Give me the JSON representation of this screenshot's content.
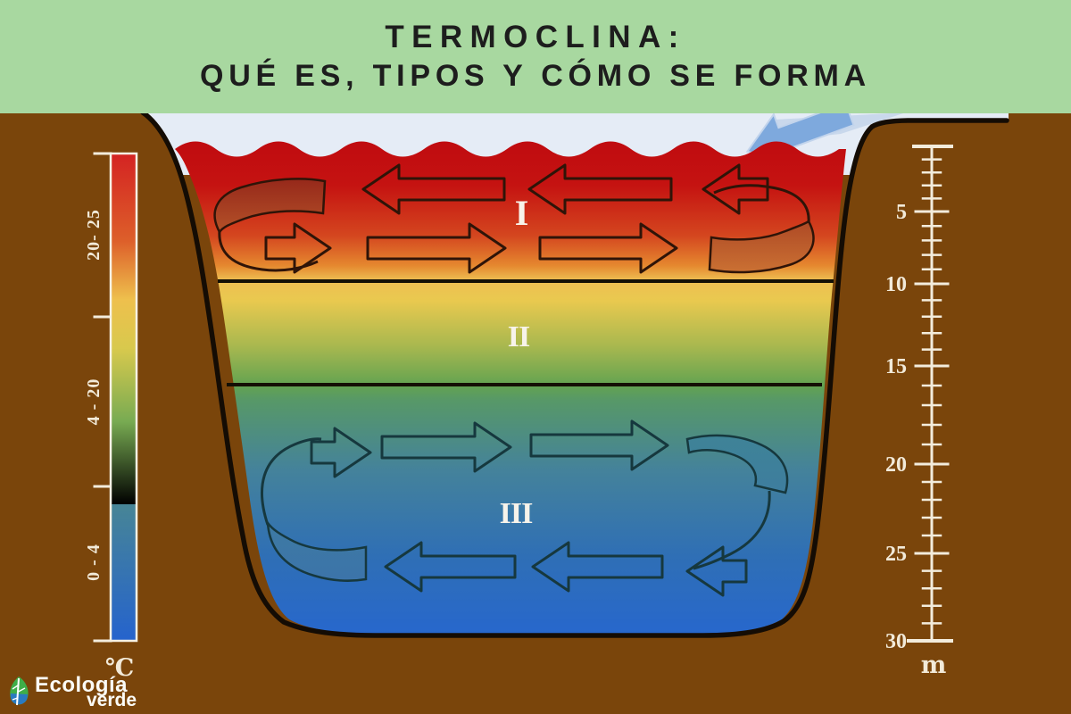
{
  "header": {
    "line1": "TERMOCLINA:",
    "line2": "QUÉ ES, TIPOS Y CÓMO SE FORMA"
  },
  "diagram": {
    "zone_labels": [
      "I",
      "II",
      "III"
    ],
    "temperature_scale": {
      "unit": "℃",
      "ranges": [
        "20- 25",
        "4 - 20",
        "0 - 4"
      ]
    },
    "depth_scale": {
      "unit": "m",
      "major_ticks": [
        5,
        10,
        15,
        20,
        25,
        30
      ],
      "max": 30
    }
  },
  "logo": {
    "word1": "Ecología",
    "word2": "verde"
  },
  "colors": {
    "banner_bg": "#a8d8a0",
    "title_text": "#1d1d1d",
    "earth_brown": "#7a450b",
    "sky": "#e5ecf6",
    "surface_red": "#bf0a10",
    "thermocline_yellow": "#e9c94f",
    "deep_blue": "#2767cd",
    "wind_arrow_blue": "#7ea9dd"
  }
}
